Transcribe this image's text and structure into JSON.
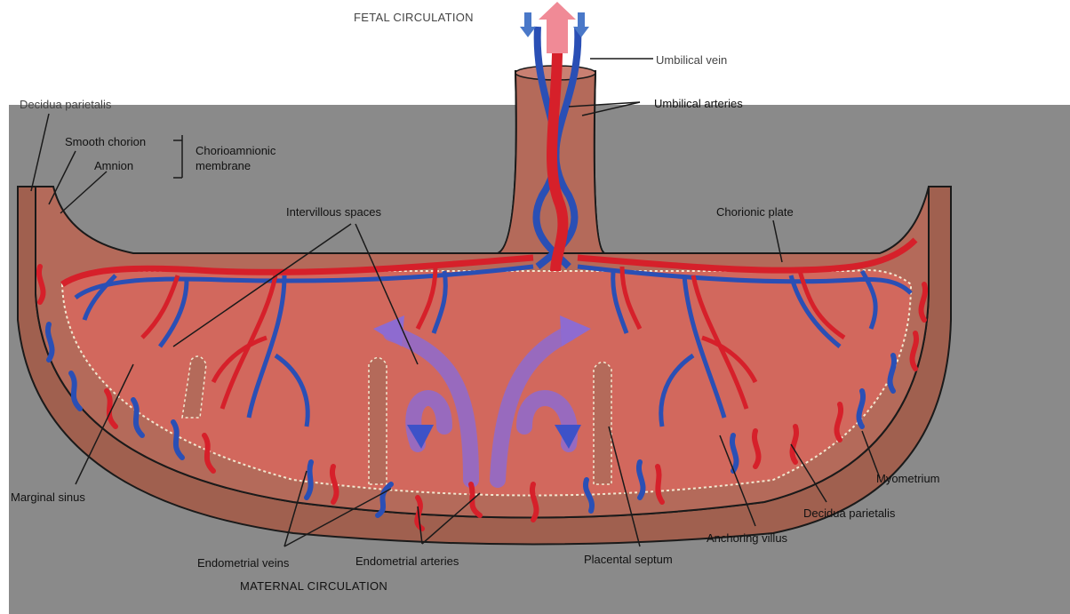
{
  "labels": {
    "fetal_circulation": "FETAL CIRCULATION",
    "umbilical_vein": "Umbilical vein",
    "umbilical_arteries": "Umbilical arteries",
    "decidua_parietalis_top": "Decidua parietalis",
    "smooth_chorion": "Smooth chorion",
    "amnion": "Amnion",
    "chorioamnionic_membrane_line1": "Chorioamnionic",
    "chorioamnionic_membrane_line2": "membrane",
    "intervillous_spaces": "Intervillous spaces",
    "chorionic_plate": "Chorionic plate",
    "marginal_sinus": "Marginal sinus",
    "myometrium": "Myometrium",
    "decidua_parietalis_bottom": "Decidua parietalis",
    "anchoring_villus": "Anchoring villus",
    "placental_septum": "Placental septum",
    "endometrial_veins": "Endometrial veins",
    "endometrial_arteries": "Endometrial arteries",
    "maternal_circulation": "MATERNAL CIRCULATION"
  },
  "colors": {
    "background": "#8a8a8a",
    "uterine_wall": "#a0604f",
    "decidua": "#b8705f",
    "placenta_tissue": "#d2685d",
    "artery_red": "#d6202a",
    "vein_blue": "#2a4fb5",
    "maternal_flow": "#8e6bd0",
    "outline": "#1a1a1a"
  }
}
